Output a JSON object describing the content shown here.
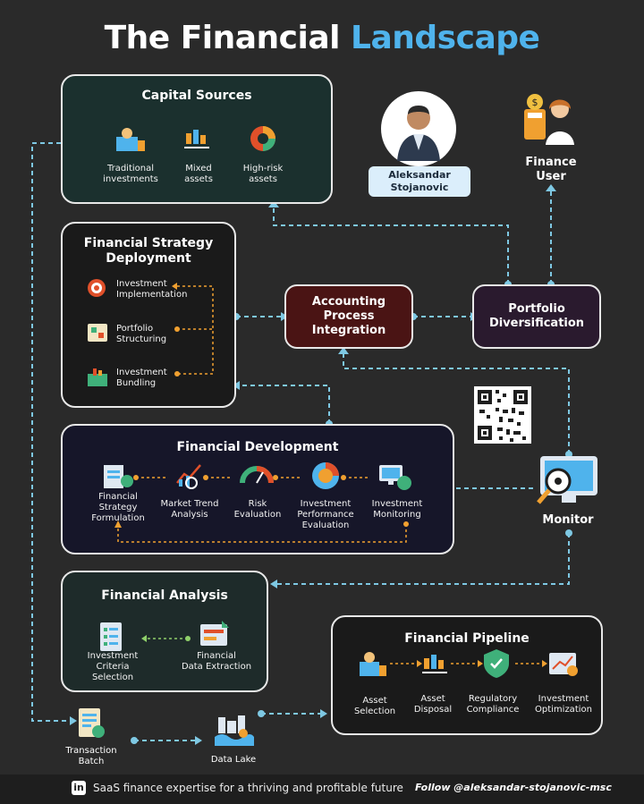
{
  "title": {
    "part1": "The Financial",
    "part2": "Landscape"
  },
  "colors": {
    "accent": "#4fb3ec",
    "dash": "#7ec8e3",
    "orange": "#f0a030",
    "accounting_bg": "#4a1414",
    "portfolio_bg": "#2a1a2e"
  },
  "capital_sources": {
    "title": "Capital Sources",
    "items": [
      "Traditional investments",
      "Mixed assets",
      "High-risk assets"
    ]
  },
  "author": {
    "name_line1": "Aleksandar",
    "name_line2": "Stojanovic"
  },
  "finance_user": {
    "line1": "Finance",
    "line2": "User"
  },
  "strategy": {
    "title_line1": "Financial Strategy",
    "title_line2": "Deployment",
    "items": [
      {
        "line1": "Investment",
        "line2": "Implementation"
      },
      {
        "line1": "Portfolio",
        "line2": "Structuring"
      },
      {
        "line1": "Investment",
        "line2": "Bundling"
      }
    ]
  },
  "accounting": {
    "line1": "Accounting",
    "line2": "Process",
    "line3": "Integration"
  },
  "portfolio": {
    "line1": "Portfolio",
    "line2": "Diversification"
  },
  "development": {
    "title": "Financial Development",
    "items": [
      [
        "Financial",
        "Strategy",
        "Formulation"
      ],
      [
        "Market Trend",
        "Analysis"
      ],
      [
        "Risk",
        "Evaluation"
      ],
      [
        "Investment",
        "Performance",
        "Evaluation"
      ],
      [
        "Investment",
        "Monitoring"
      ]
    ]
  },
  "monitor": {
    "label": "Monitor"
  },
  "analysis": {
    "title": "Financial Analysis",
    "items": [
      [
        "Investment",
        "Criteria",
        "Selection"
      ],
      [
        "Financial",
        "Data Extraction"
      ]
    ]
  },
  "pipeline": {
    "title": "Financial Pipeline",
    "items": [
      [
        "Asset",
        "Selection"
      ],
      [
        "Asset",
        "Disposal"
      ],
      [
        "Regulatory",
        "Compliance"
      ],
      [
        "Investment",
        "Optimization"
      ]
    ]
  },
  "transaction": {
    "line1": "Transaction",
    "line2": "Batch"
  },
  "datalake": {
    "label": "Data Lake"
  },
  "footer": {
    "text": "SaaS finance expertise for a thriving and profitable future",
    "follow": "Follow @aleksandar-stojanovic-msc"
  }
}
